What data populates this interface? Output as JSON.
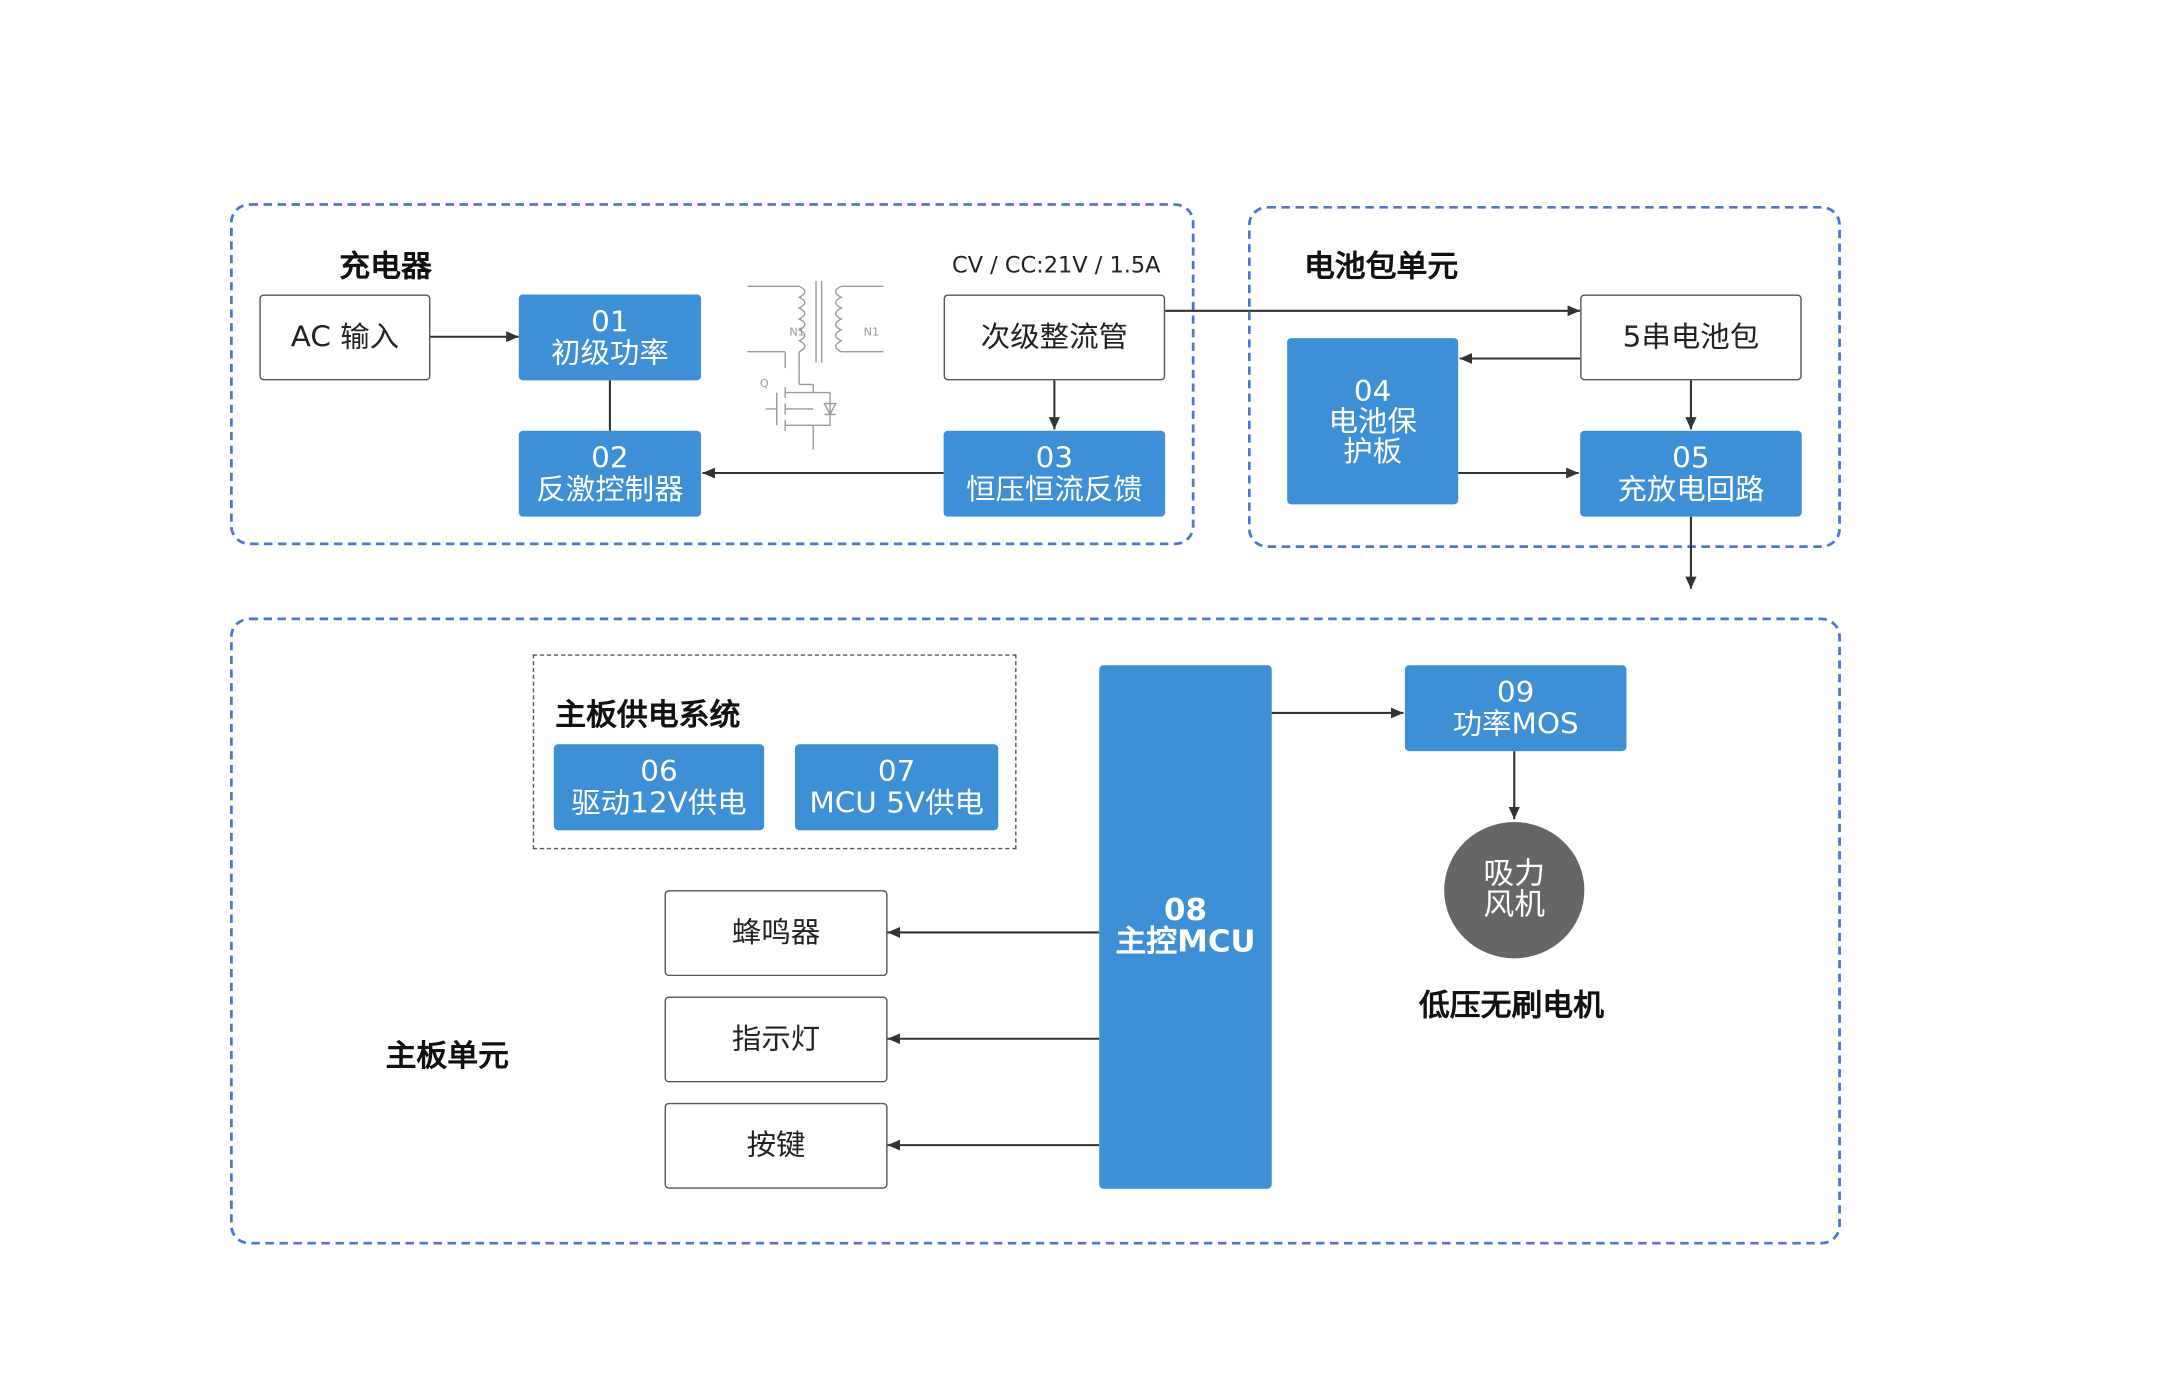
{
  "regions": {
    "charger": {
      "title": "充电器"
    },
    "battery_pack": {
      "title": "电池包单元"
    },
    "mainboard": {
      "title": "主板单元"
    },
    "power_supply": {
      "title": "主板供电系统"
    }
  },
  "charger": {
    "ac_input": "AC 输入",
    "block_01": {
      "num": "01",
      "label": "初级功率"
    },
    "block_02": {
      "num": "02",
      "label": "反激控制器"
    },
    "secondary_rectifier": "次级整流管",
    "block_03": {
      "num": "03",
      "label": "恒压恒流反馈"
    },
    "spec": "CV / CC:21V / 1.5A",
    "transformer_labels": {
      "winding_left": "N1",
      "winding_right": "N1",
      "switch": "Q"
    }
  },
  "battery_pack": {
    "pack": "5串电池包",
    "block_04": {
      "num": "04",
      "label_line1": "电池保",
      "label_line2": "护板"
    },
    "block_05": {
      "num": "05",
      "label": "充放电回路"
    }
  },
  "mainboard": {
    "block_06": {
      "num": "06",
      "label": "驱动12V供电"
    },
    "block_07": {
      "num": "07",
      "label": "MCU 5V供电"
    },
    "block_08": {
      "num": "08",
      "label": "主控MCU"
    },
    "block_09": {
      "num": "09",
      "label": "功率MOS"
    },
    "buzzer": "蜂鸣器",
    "indicator": "指示灯",
    "button": "按键",
    "fan": {
      "line1": "吸力",
      "line2": "风机"
    },
    "motor_title": "低压无刷电机"
  },
  "colors": {
    "region_border": "#4a77d6",
    "block_blue": "#3d8fd6",
    "fan_gray": "#666666",
    "line": "#333333"
  }
}
